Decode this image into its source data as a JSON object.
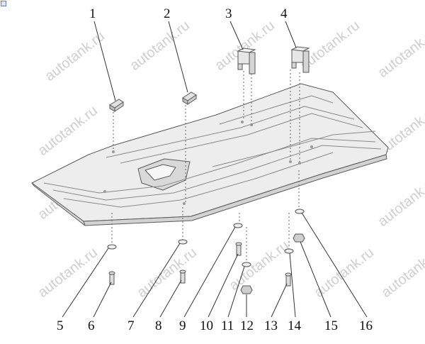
{
  "watermark": "autotank.ru",
  "callouts": {
    "top": [
      "1",
      "2",
      "3",
      "4"
    ],
    "bottom": [
      "5",
      "6",
      "7",
      "8",
      "9",
      "10",
      "11",
      "12",
      "13",
      "14",
      "15",
      "16"
    ]
  },
  "colors": {
    "plate_fill": "#ededed",
    "plate_edge": "#5a5a5a",
    "leader": "#333333",
    "watermark": "#cfcfcf",
    "background": "#ffffff"
  },
  "icons": [
    "window-corner-icon"
  ]
}
